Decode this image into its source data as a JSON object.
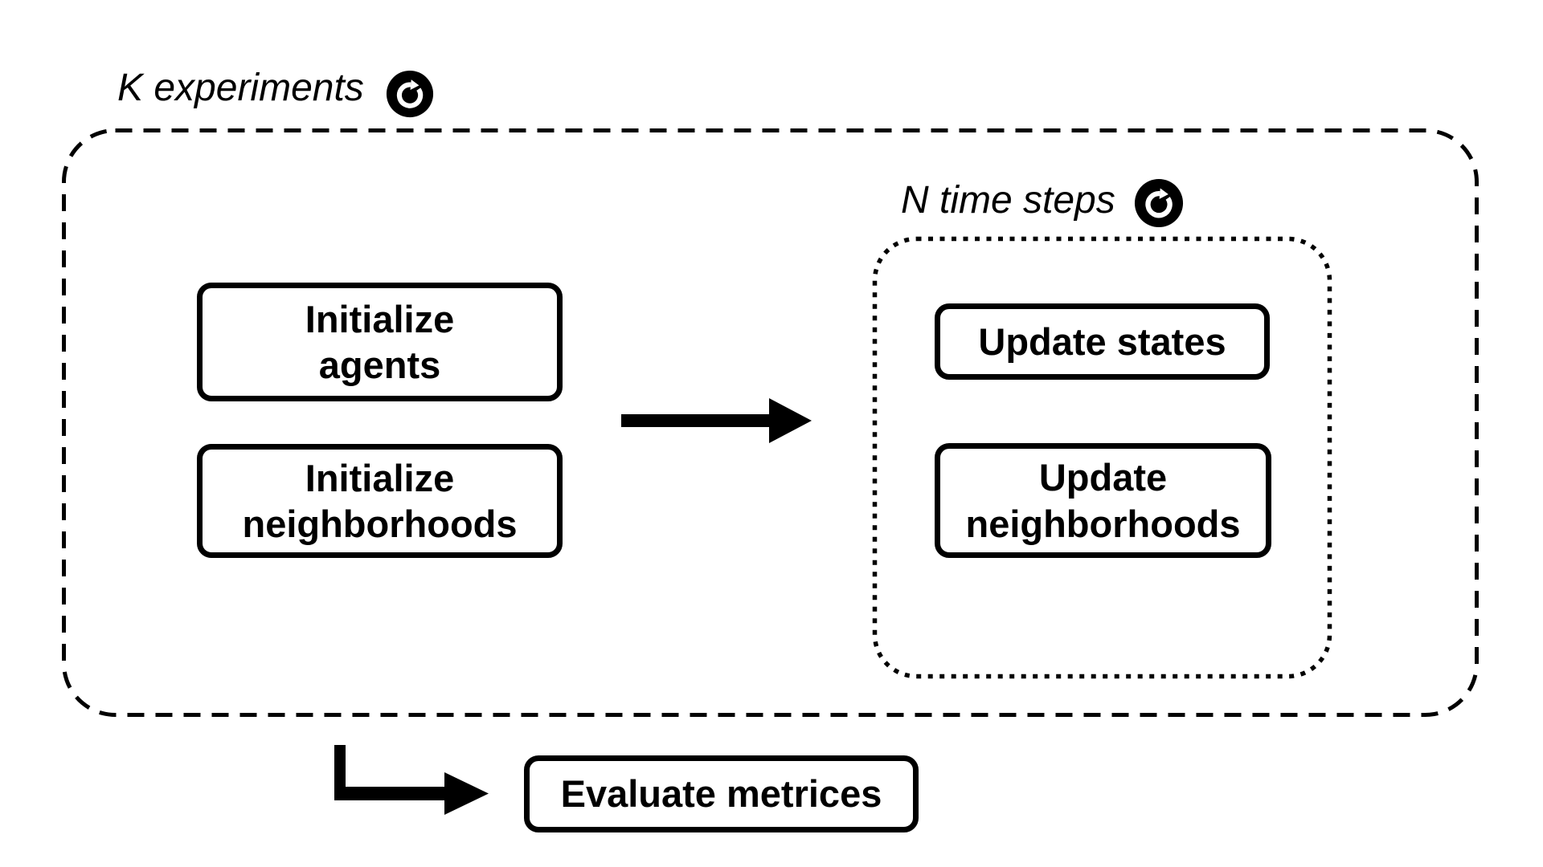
{
  "diagram": {
    "title_implicit": "Agent-based simulation flow",
    "colors": {
      "foreground": "#000000",
      "background": "#ffffff"
    },
    "outer_loop": {
      "label": "K experiments",
      "icon": "loop-repeat-icon",
      "border_style": "dashed"
    },
    "inner_loop": {
      "label": "N time steps",
      "icon": "loop-repeat-icon",
      "border_style": "dotted"
    },
    "boxes": {
      "initialize_agents": {
        "lines": [
          "Initialize",
          "agents"
        ]
      },
      "initialize_neighborhoods": {
        "lines": [
          "Initialize",
          "neighborhoods"
        ]
      },
      "update_states": {
        "lines": [
          "Update states"
        ]
      },
      "update_neighborhoods": {
        "lines": [
          "Update",
          "neighborhoods"
        ]
      },
      "evaluate_metrices": {
        "lines": [
          "Evaluate metrices"
        ]
      }
    },
    "arrows": {
      "init_to_update": "right-arrow",
      "loop_to_evaluate": "down-then-right-arrow"
    }
  }
}
